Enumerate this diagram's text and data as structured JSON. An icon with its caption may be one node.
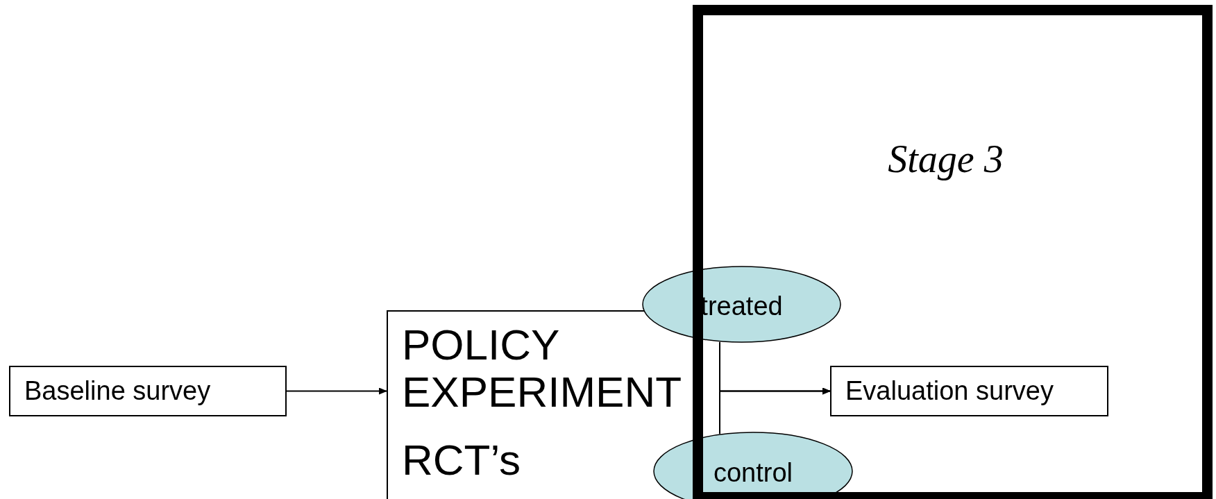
{
  "diagram": {
    "nodes": [
      {
        "text": [
          "Baseline survey"
        ]
      },
      {
        "text": [
          "POLICY EXPERIMENT",
          "RCT’s"
        ]
      },
      {
        "text": [
          "Stage 3"
        ]
      },
      {
        "text": [
          "treated"
        ]
      },
      {
        "text": [
          "control"
        ]
      },
      {
        "text": [
          "Evaluation survey"
        ],
        "in": 2
      }
    ],
    "edges": [
      {
        "from": 0,
        "to": 1,
        "arrow": "to"
      },
      {
        "from": 3,
        "to": 5,
        "arrow": "to"
      },
      {
        "from": 4,
        "to": 5,
        "arrow": "to"
      }
    ]
  }
}
